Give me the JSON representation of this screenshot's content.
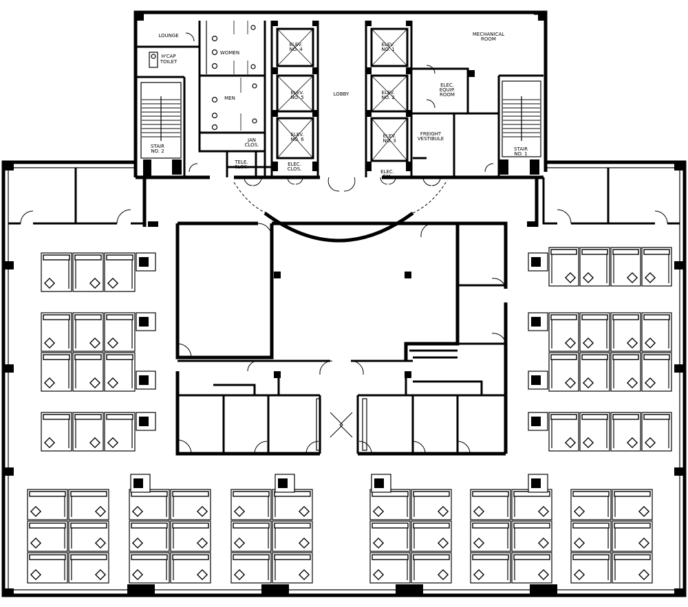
{
  "rooms": {
    "lounge": "LOUNGE",
    "hcap_line1": "H'CAP",
    "hcap_line2": "TOILET",
    "women": "WOMEN",
    "men": "MEN",
    "jan_line1": "JAN",
    "jan_line2": "CLOS.",
    "stair2_line1": "STAIR",
    "stair2_line2": "NO. 2",
    "tele_line1": "TELE.",
    "tele_line2": "CLOS.",
    "elec_clos_line1": "ELEC.",
    "elec_clos_line2": "CLOS.",
    "elev4_line1": "ELEV.",
    "elev4_line2": "NO. 4",
    "elev5_line1": "ELEV.",
    "elev5_line2": "NO. 5",
    "elev6_line1": "ELEV.",
    "elev6_line2": "NO. 6",
    "lobby": "LOBBY",
    "elev1_line1": "ELEV.",
    "elev1_line2": "NO. 1",
    "elev2_line1": "ELEV.",
    "elev2_line2": "NO. 2",
    "elev3_line1": "ELEV.",
    "elev3_line2": "NO. 3",
    "elec_rm_line1": "ELEC.",
    "elec_rm_line2": "RM.",
    "mech_line1": "MECHANICAL",
    "mech_line2": "ROOM",
    "elec_equip_line1": "ELEC.",
    "elec_equip_line2": "EQUIP.",
    "elec_equip_line3": "ROOM",
    "freight_line1": "FREIGHT",
    "freight_line2": "VESTIBULE",
    "stair1_line1": "STAIR",
    "stair1_line2": "NO. 1"
  }
}
